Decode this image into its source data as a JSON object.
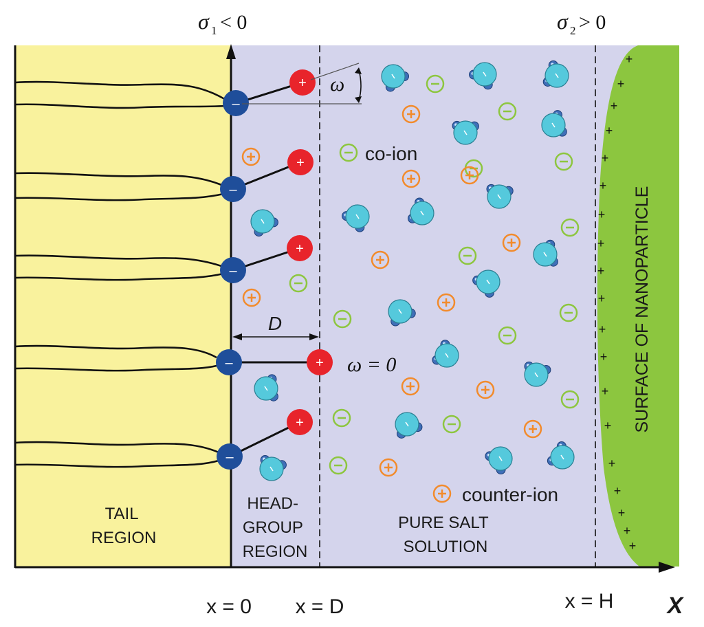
{
  "labels": {
    "sigma1": {
      "symbol": "σ",
      "sub": "1",
      "relation": "< 0"
    },
    "sigma2": {
      "symbol": "σ",
      "sub": "2",
      "relation": "> 0"
    },
    "omega": "ω",
    "omega_zero": "ω = 0",
    "D": "D",
    "co_ion": "co-ion",
    "counter_ion": "counter-ion",
    "tail_region": [
      "TAIL",
      "REGION"
    ],
    "headgroup_region": [
      "HEAD-",
      "GROUP",
      "REGION"
    ],
    "salt_solution": [
      "PURE SALT",
      "SOLUTION"
    ],
    "nanoparticle_surface": "SURFACE OF NANOPARTICLE",
    "x0": "x = 0",
    "xD": "x = D",
    "xH": "x = H",
    "axis": "X"
  },
  "symbols": {
    "minus": "–",
    "plus": "+"
  },
  "colors": {
    "tail": "#f9f29d",
    "headgroup": "#d4d4ec",
    "surface": "#8cc63f",
    "anion_head": "#1f4e9a",
    "cation_head": "#e8242b",
    "water": "#55c9dc",
    "water_h": "#3f6fb8",
    "co_ion": "#8dc63f",
    "counter_ion": "#f28b2c"
  }
}
